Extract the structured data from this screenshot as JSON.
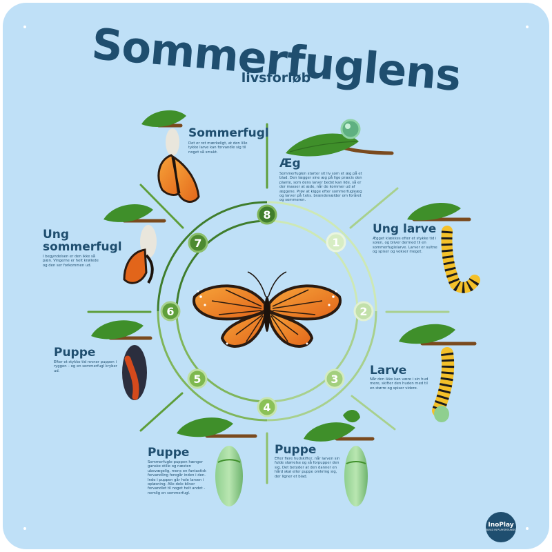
{
  "title": "Sommerfuglens",
  "subtitle": "livsforløb",
  "colors": {
    "background": "#bfe0f7",
    "text": "#1f4e6f",
    "ring_dark": "#3f7d2c",
    "ring_light": "#a8d08d",
    "leaf": "#3f8f2a"
  },
  "stages": [
    {
      "number": "1",
      "title": "Æg",
      "description": "Sommerfuglen starter sit liv som et æg på et blad. Den lægger sine æg på lige præcis den plante, som dens larver bedst kan lide, så er der masser at æde, når de kommer ud af æggene. Prøv at kigge efter sommerfugleæg og larver på f.eks. brændenælder om foråret og sommeren."
    },
    {
      "number": "2",
      "title": "Ung larve",
      "description": "Ægget klækkes efter et stykke tid i solen, og bliver dermed til en sommerfuglelarve. Larver er sultne og spiser og vokser meget."
    },
    {
      "number": "3",
      "title": "Larve",
      "description": "Når den ikke kan være i sin hud mere, skifter den huden med til en større og spiser videre."
    },
    {
      "number": "4",
      "title": "Puppe",
      "description": "Efter flere hudskifter, når larven sin fulde størrelse og så forpupper den sig. Det betyder at den danner en hård skal eller puppe omkring sig, der ligner et blad."
    },
    {
      "number": "5",
      "title": "Puppe",
      "description": "Sommerfugle-puppen hænger ganske stille og næsten ubevægelig, mens en fantastisk forvandling foregår inden i den. Inde i puppen går hele larven i opløsning. Alle dele bliver forvandlet til noget helt andet - nemlig en sommerfugl."
    },
    {
      "number": "6",
      "title": "Puppe",
      "description": "Efter et stykke tid revner puppen i ryggen – og en sommerfugl kryber ud."
    },
    {
      "number": "7",
      "title": "Ung sommerfugl",
      "description": "I begyndelsen er den ikke så pæn. Vingerne er helt krøllede og den ser forkommen ud."
    },
    {
      "number": "8",
      "title": "Sommerfugl",
      "description": "Det er ret mærkeligt, at den lille tykke larve kan forvandle sig til noget så smukt."
    }
  ],
  "logo": {
    "name": "InoPlay",
    "tagline": "BUILD IN PLAYGROUNDS"
  }
}
